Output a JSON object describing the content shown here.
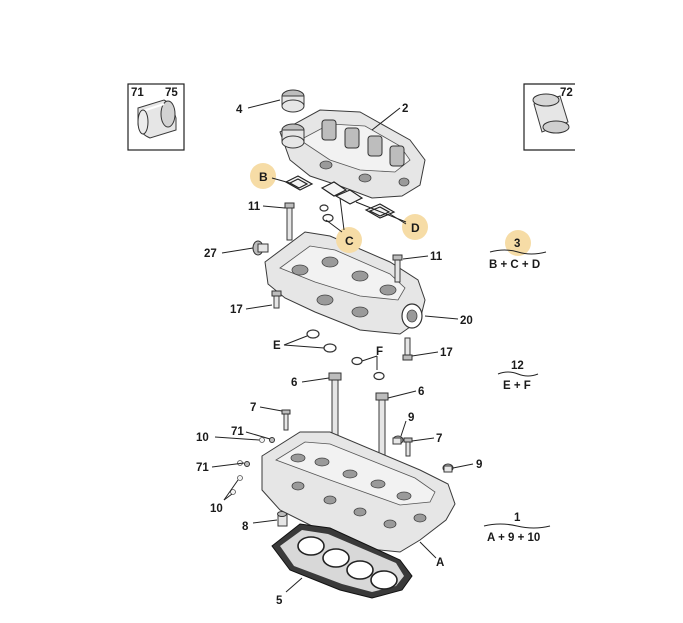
{
  "inset_left": {
    "labels": [
      "71",
      "75"
    ]
  },
  "inset_right": {
    "labels": [
      "72"
    ]
  },
  "callouts": {
    "c4": "4",
    "c2": "2",
    "cB": "B",
    "c11a": "11",
    "cC": "C",
    "cD": "D",
    "c27": "27",
    "c11b": "11",
    "c17a": "17",
    "c20": "20",
    "cE": "E",
    "cF": "F",
    "c17b": "17",
    "c6a": "6",
    "c6b": "6",
    "c7a": "7",
    "c9a": "9",
    "c10a": "10",
    "c71a": "71",
    "c7b": "7",
    "c71b": "71",
    "c9b": "9",
    "c10b": "10",
    "c8": "8",
    "cA": "A",
    "c5": "5"
  },
  "kits": [
    {
      "number": "3",
      "formula": "B + C + D",
      "highlight": true
    },
    {
      "number": "12",
      "formula": "E + F",
      "highlight": false
    },
    {
      "number": "1",
      "formula": "A + 9 + 10",
      "highlight": false
    }
  ],
  "colors": {
    "highlight": "#f6dca6",
    "line": "#222222",
    "part": "#e6e6e6"
  }
}
